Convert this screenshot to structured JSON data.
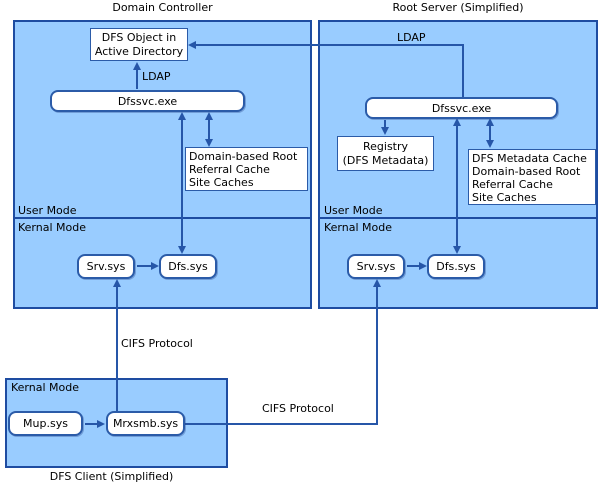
{
  "colors": {
    "panel_fill": "#99CCFF",
    "panel_border": "#1E4CA1",
    "box_border": "#2B5BA8",
    "arrow": "#2656A8"
  },
  "domain_controller": {
    "title": "Domain Controller",
    "dfs_object_lines": [
      "DFS Object in",
      "Active Directory"
    ],
    "ldap_label": "LDAP",
    "dfssvc_label": "Dfssvc.exe",
    "cache_box_lines": [
      "Domain-based Root",
      "Referral Cache",
      "Site Caches"
    ],
    "user_mode_label": "User Mode",
    "kernel_mode_label": "Kernal Mode",
    "srv_label": "Srv.sys",
    "dfs_label": "Dfs.sys"
  },
  "root_server": {
    "title": "Root Server (Simplified)",
    "ldap_label": "LDAP",
    "dfssvc_label": "Dfssvc.exe",
    "registry_lines": [
      "Registry",
      "(DFS Metadata)"
    ],
    "cache_box_lines": [
      "DFS Metadata Cache",
      "Domain-based Root",
      "Referral Cache",
      "Site Caches"
    ],
    "user_mode_label": "User Mode",
    "kernel_mode_label": "Kernal Mode",
    "srv_label": "Srv.sys",
    "dfs_label": "Dfs.sys"
  },
  "dfs_client": {
    "title": "DFS Client (Simplified)",
    "kernel_mode_label": "Kernal Mode",
    "mup_label": "Mup.sys",
    "mrxsmb_label": "Mrxsmb.sys"
  },
  "connections": {
    "cifs_left_label": "CIFS Protocol",
    "cifs_right_label": "CIFS Protocol"
  }
}
